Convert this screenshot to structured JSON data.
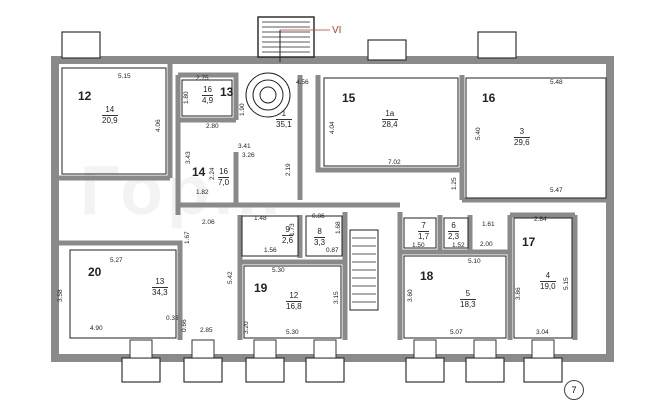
{
  "colors": {
    "wall": "#8a8a8a",
    "line": "#222222",
    "mark": "#c0392b"
  },
  "stair_mark": "VI",
  "axis_label": "7",
  "watermark": "Гор...",
  "rooms": [
    {
      "id": "r12",
      "no": "12",
      "num": "14",
      "area": "20,9"
    },
    {
      "id": "r13",
      "no": "13",
      "num": "16",
      "area": "4,9"
    },
    {
      "id": "r14",
      "no": "14",
      "num": "16",
      "area": "7,0"
    },
    {
      "id": "rcorr",
      "no": "",
      "num": "1",
      "area": "35,1"
    },
    {
      "id": "r15",
      "no": "15",
      "num": "1а",
      "area": "28,4"
    },
    {
      "id": "r16",
      "no": "16",
      "num": "3",
      "area": "29,6"
    },
    {
      "id": "r9",
      "no": "",
      "num": "9",
      "area": "2,6"
    },
    {
      "id": "r8",
      "no": "",
      "num": "8",
      "area": "3,3"
    },
    {
      "id": "r7",
      "no": "",
      "num": "7",
      "area": "1,7"
    },
    {
      "id": "r6",
      "no": "",
      "num": "6",
      "area": "2,3"
    },
    {
      "id": "r17",
      "no": "17",
      "num": "4",
      "area": "19,0"
    },
    {
      "id": "r20",
      "no": "20",
      "num": "13",
      "area": "34,3"
    },
    {
      "id": "r19",
      "no": "19",
      "num": "12",
      "area": "16,8"
    },
    {
      "id": "r18",
      "no": "18",
      "num": "5",
      "area": "18,3"
    }
  ],
  "dims": [
    "5.15",
    "4.06",
    "2.75",
    "1.80",
    "2.80",
    "1.90",
    "4.56",
    "4.04",
    "7.02",
    "5.48",
    "5.40",
    "5.47",
    "3.41",
    "3.26",
    "3.43",
    "2.24",
    "2.19",
    "1.82",
    "2.06",
    "1.25",
    "1.48",
    "1.73",
    "0.86",
    "1.68",
    "1.56",
    "0.87",
    "1.50",
    "1.52",
    "1.61",
    "2.00",
    "2.84",
    "1.67",
    "5.27",
    "5.42",
    "5.30",
    "3.58",
    "3.20",
    "3.15",
    "0.33",
    "0.66",
    "4.90",
    "2.85",
    "5.30",
    "5.10",
    "3.60",
    "5.07",
    "3.86",
    "5.15",
    "3.04"
  ]
}
